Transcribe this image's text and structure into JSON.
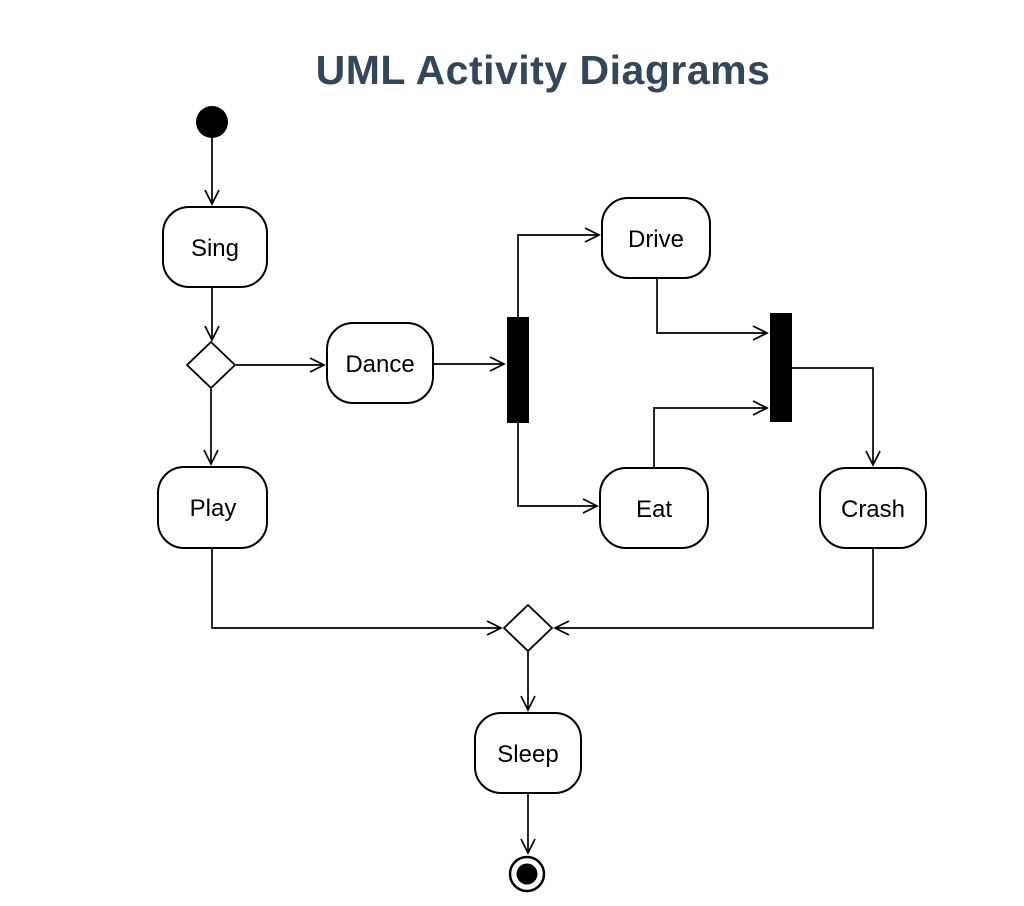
{
  "page": {
    "title": "UML Activity Diagrams",
    "title_color": "#33475b",
    "background_color": "#ffffff",
    "shape_stroke_color": "#000000",
    "shape_fill_color": "#ffffff",
    "bar_fill_color": "#000000"
  },
  "diagram": {
    "type": "uml-activity-diagram",
    "nodes": {
      "initial": {
        "type": "initial-node",
        "label": ""
      },
      "sing": {
        "type": "action",
        "label": "Sing"
      },
      "decision1": {
        "type": "decision-diamond",
        "label": ""
      },
      "dance": {
        "type": "action",
        "label": "Dance"
      },
      "play": {
        "type": "action",
        "label": "Play"
      },
      "fork": {
        "type": "fork-bar",
        "label": ""
      },
      "drive": {
        "type": "action",
        "label": "Drive"
      },
      "eat": {
        "type": "action",
        "label": "Eat"
      },
      "join": {
        "type": "join-bar",
        "label": ""
      },
      "crash": {
        "type": "action",
        "label": "Crash"
      },
      "merge": {
        "type": "merge-diamond",
        "label": ""
      },
      "sleep": {
        "type": "action",
        "label": "Sleep"
      },
      "final": {
        "type": "final-node",
        "label": ""
      }
    },
    "edges": [
      {
        "from": "initial",
        "to": "sing"
      },
      {
        "from": "sing",
        "to": "decision1"
      },
      {
        "from": "decision1",
        "to": "dance"
      },
      {
        "from": "decision1",
        "to": "play"
      },
      {
        "from": "dance",
        "to": "fork"
      },
      {
        "from": "fork",
        "to": "drive"
      },
      {
        "from": "fork",
        "to": "eat"
      },
      {
        "from": "drive",
        "to": "join"
      },
      {
        "from": "eat",
        "to": "join"
      },
      {
        "from": "join",
        "to": "crash"
      },
      {
        "from": "play",
        "to": "merge"
      },
      {
        "from": "crash",
        "to": "merge"
      },
      {
        "from": "merge",
        "to": "sleep"
      },
      {
        "from": "sleep",
        "to": "final"
      }
    ]
  }
}
